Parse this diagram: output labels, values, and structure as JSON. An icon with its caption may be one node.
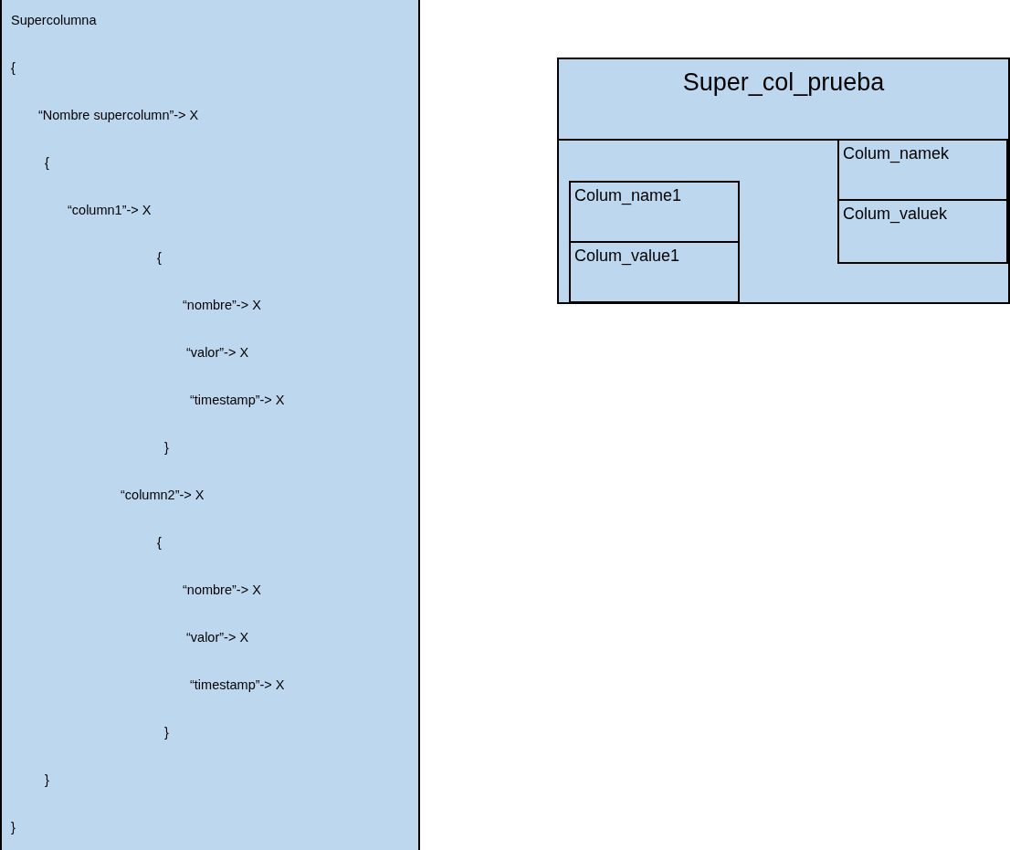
{
  "diagram": {
    "nodes": [
      {
        "text": [
          "Supercolumna",
          "{",
          "“Nombre supercolumn”-> X",
          "{",
          "“column1”-> X",
          "{",
          "“nombre”-> X",
          "“valor”-> X",
          "“timestamp”-> X",
          "}",
          "“column2”-> X",
          "{",
          "“nombre”-> X",
          "“valor”-> X",
          "“timestamp”-> X",
          "}",
          "}",
          "}"
        ]
      },
      {
        "text": [
          "Super_col_prueba"
        ]
      },
      {
        "text": [
          "Colum_name1",
          "Colum_value1"
        ],
        "in": 1
      },
      {
        "text": [
          "Colum_namek",
          "Colum_valuek"
        ],
        "in": 1
      }
    ],
    "edges": []
  }
}
